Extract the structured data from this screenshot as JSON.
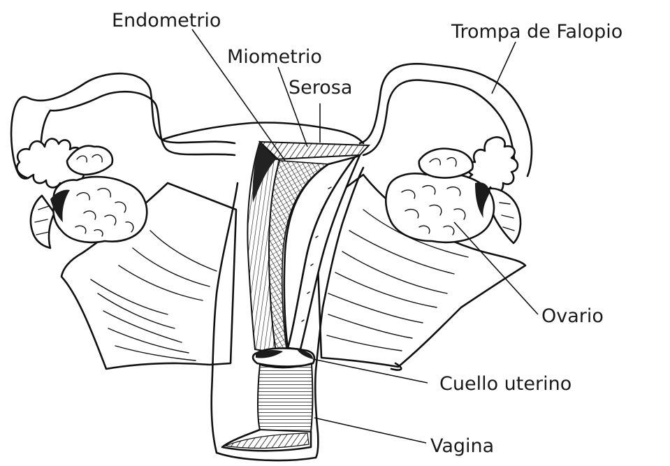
{
  "labels": {
    "endometrio": "Endometrio",
    "miometrio": "Miometrio",
    "serosa": "Serosa",
    "trompa": "Trompa de Falopio",
    "ovario": "Ovario",
    "cuello": "Cuello uterino",
    "vagina": "Vagina"
  },
  "colors": {
    "ink": "#111111",
    "background": "#ffffff"
  }
}
